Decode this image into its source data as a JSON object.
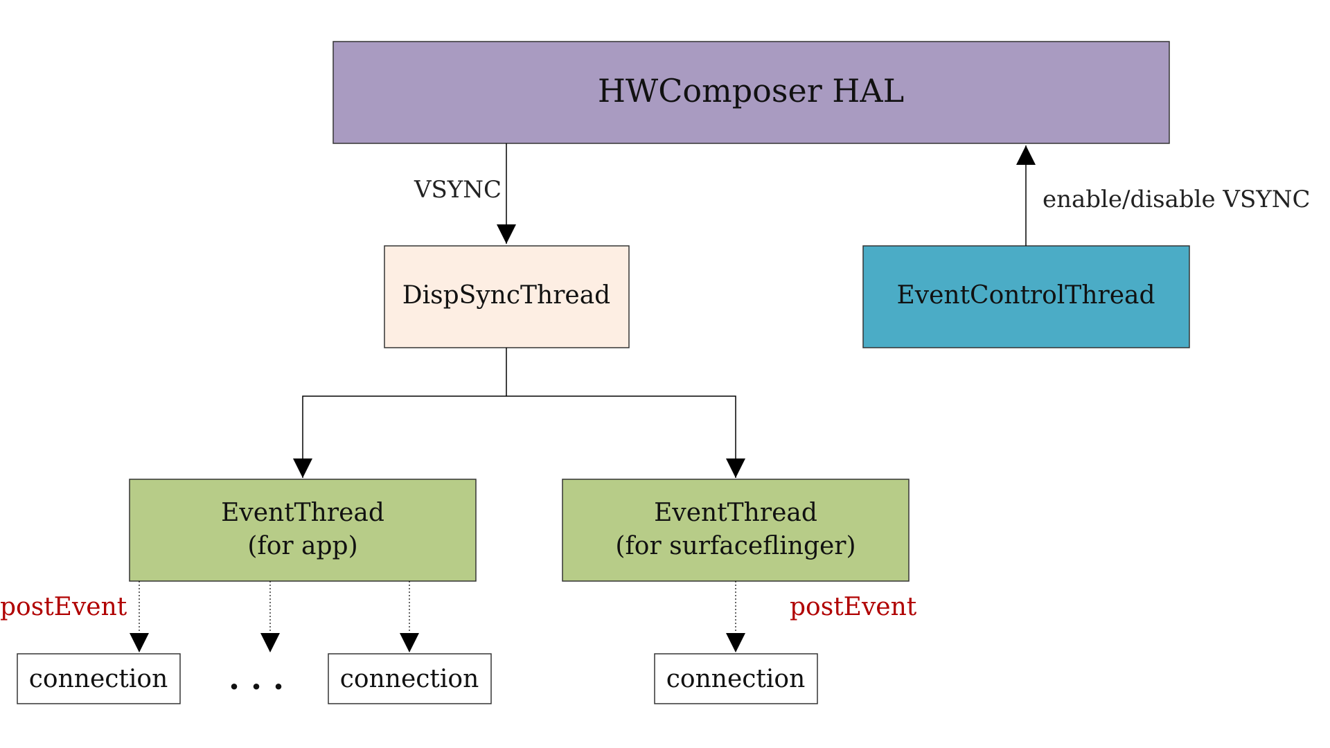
{
  "nodes": {
    "hwcomposer": {
      "label": "HWComposer HAL",
      "fill": "#A99BC1"
    },
    "dispsync": {
      "label": "DispSyncThread",
      "fill": "#FDEEE3"
    },
    "eventcontrol": {
      "label": "EventControlThread",
      "fill": "#4BACC6"
    },
    "eventthread_app": {
      "line1": "EventThread",
      "line2": "(for app)",
      "fill": "#B7CC88"
    },
    "eventthread_sf": {
      "line1": "EventThread",
      "line2": "(for surfaceflinger)",
      "fill": "#B7CC88"
    },
    "connection_1": {
      "label": "connection"
    },
    "connection_2": {
      "label": "connection"
    },
    "connection_3": {
      "label": "connection"
    },
    "ellipsis": {
      "label": ". . ."
    }
  },
  "edges": {
    "vsync": {
      "label": "VSYNC"
    },
    "enable_disable": {
      "label": "enable/disable VSYNC"
    },
    "post_event_app": {
      "label": "postEvent"
    },
    "post_event_sf": {
      "label": "postEvent"
    }
  },
  "colors": {
    "line": "#000000",
    "post_event": "#B00000"
  }
}
